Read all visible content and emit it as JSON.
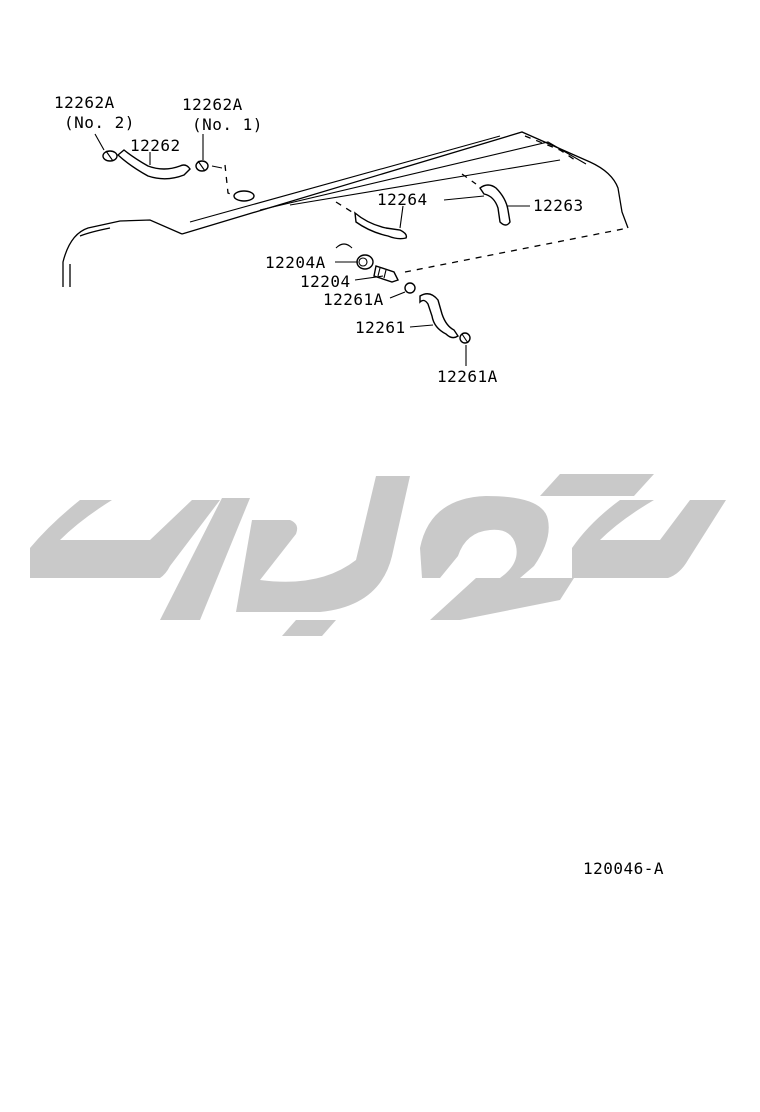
{
  "diagram": {
    "labels": {
      "p12262A_no2": "12262A",
      "p12262A_no2_sub": "(No. 2)",
      "p12262A_no1": "12262A",
      "p12262A_no1_sub": "(No. 1)",
      "p12262": "12262",
      "p12264": "12264",
      "p12263": "12263",
      "p12204A": "12204A",
      "p12204": "12204",
      "p12261A_upper": "12261A",
      "p12261": "12261",
      "p12261A_lower": "12261A"
    },
    "figure_code": "120046-A"
  },
  "colors": {
    "line": "#000000",
    "watermark": "#c9c9c9",
    "background": "#ffffff"
  }
}
